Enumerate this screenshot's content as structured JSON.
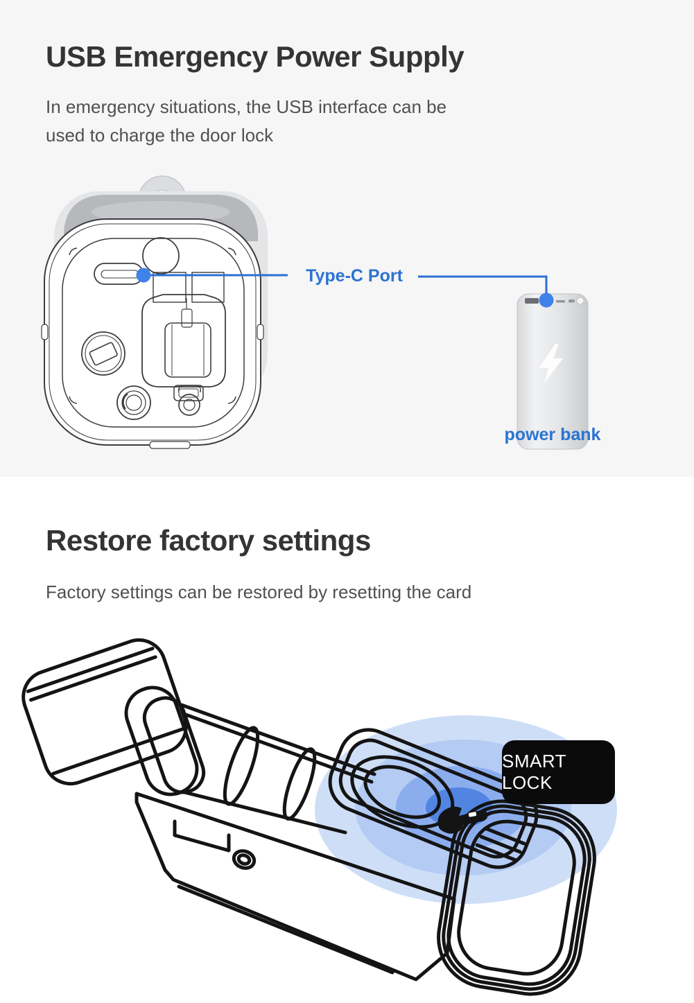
{
  "section_usb": {
    "title": "USB Emergency Power Supply",
    "description_line1": "In emergency situations, the USB interface can be",
    "description_line2": "used to charge the door lock",
    "callout_label": "Type-C Port",
    "power_bank_label": "power bank"
  },
  "section_reset": {
    "title": "Restore factory settings",
    "description": "Factory settings can be restored by resetting the card",
    "device_label": "SMART LOCK"
  },
  "colors": {
    "section_top_background": "#f6f6f7",
    "section_bottom_background": "#ffffff",
    "heading_text": "#333436",
    "body_text": "#4f5052",
    "accent_blue_text": "#2b73d2",
    "callout_line": "#2d6fd1",
    "callout_dot": "#3f82e8",
    "device_tag_background": "#0b0b0c",
    "device_tag_text": "#ffffff",
    "wave_outer": "#cfdef7",
    "wave_mid": "#b4cbf3",
    "wave_inner": "#8badee",
    "wave_core": "#5285e1"
  }
}
